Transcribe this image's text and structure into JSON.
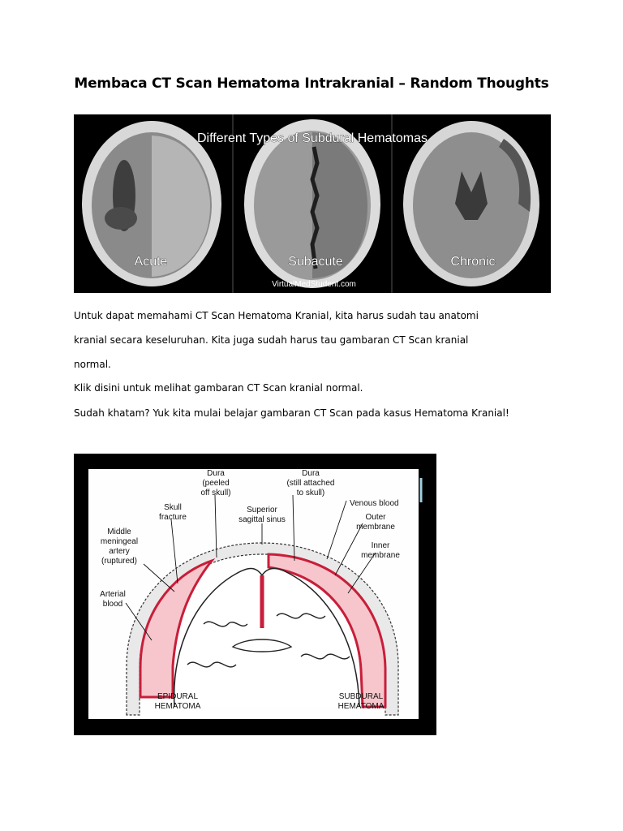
{
  "title": "Membaca CT Scan Hematoma Intrakranial – Random Thoughts",
  "figure1": {
    "heading": "Different Types of Subdural Hematomas",
    "panels": [
      "Acute",
      "Subacute",
      "Chronic"
    ],
    "credit": "VirtualMedStudent.com"
  },
  "paragraphs": [
    "Untuk dapat memahami CT Scan Hematoma Kranial, kita harus sudah tau anatomi",
    "kranial secara keseluruhan. Kita juga sudah harus tau gambaran CT Scan kranial",
    "normal.",
    "Klik disini untuk melihat gambaran CT Scan kranial normal.",
    "Sudah khatam? Yuk kita mulai belajar gambaran CT Scan pada kasus Hematoma Kranial!"
  ],
  "figure2": {
    "labels": {
      "dura_peeled_1": "Dura",
      "dura_peeled_2": "(peeled",
      "dura_peeled_3": "off skull)",
      "dura_attached_1": "Dura",
      "dura_attached_2": "(still attached",
      "dura_attached_3": "to skull)",
      "skull_fracture_1": "Skull",
      "skull_fracture_2": "fracture",
      "sinus_1": "Superior",
      "sinus_2": "sagittal sinus",
      "venous_blood": "Venous blood",
      "outer_membrane_1": "Outer",
      "outer_membrane_2": "membrane",
      "inner_membrane_1": "Inner",
      "inner_membrane_2": "membrane",
      "mma_1": "Middle",
      "mma_2": "meningeal",
      "mma_3": "artery",
      "mma_4": "(ruptured)",
      "arterial_1": "Arterial",
      "arterial_2": "blood",
      "epidural_1": "EPIDURAL",
      "epidural_2": "HEMATOMA",
      "subdural_1": "SUBDURAL",
      "subdural_2": "HEMATOMA"
    }
  }
}
